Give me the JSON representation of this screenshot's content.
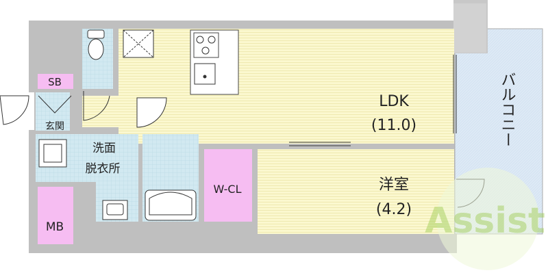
{
  "rooms": {
    "ldk_name": "LDK",
    "ldk_size": "(11.0)",
    "bedroom_name": "洋室",
    "bedroom_size": "(4.2)",
    "walkin_closet": "W-CL",
    "washroom_line1": "洗面",
    "washroom_line2": "脱衣所",
    "entrance": "玄関",
    "shoe_box": "SB",
    "meter_box": "MB",
    "balcony": "バルコニー"
  },
  "watermark": {
    "text": "Assist"
  },
  "colors": {
    "ldk_floor": "#fbf8cf",
    "closet": "#f6bdf2",
    "tile": "#cfe8f0",
    "balcony": "#dce8f4",
    "wall": "#bfbfbf"
  }
}
